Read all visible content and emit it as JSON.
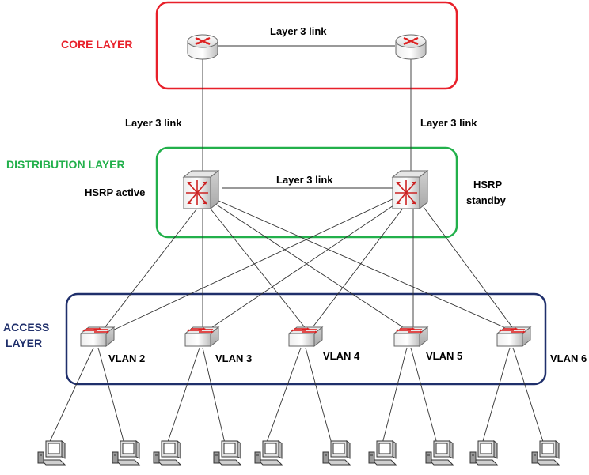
{
  "layers": {
    "core": {
      "title": "CORE LAYER",
      "color": "#e8202a"
    },
    "distribution": {
      "title": "DISTRIBUTION LAYER",
      "color": "#22b04b"
    },
    "access": {
      "title_line1": "ACCESS",
      "title_line2": "LAYER",
      "color": "#1f2f6b"
    }
  },
  "links": {
    "core_link": "Layer 3 link",
    "core_dist_left": "Layer 3 link",
    "core_dist_right": "Layer 3 link",
    "dist_link": "Layer 3 link"
  },
  "hsrp": {
    "active": "HSRP active",
    "standby_line1": "HSRP",
    "standby_line2": "standby"
  },
  "vlans": [
    "VLAN 2",
    "VLAN 3",
    "VLAN 4",
    "VLAN 5",
    "VLAN 6"
  ],
  "icons": {
    "router": "router-icon",
    "multilayer_switch": "multilayer-switch-icon",
    "access_switch": "workgroup-switch-icon",
    "pc": "pc-icon"
  }
}
